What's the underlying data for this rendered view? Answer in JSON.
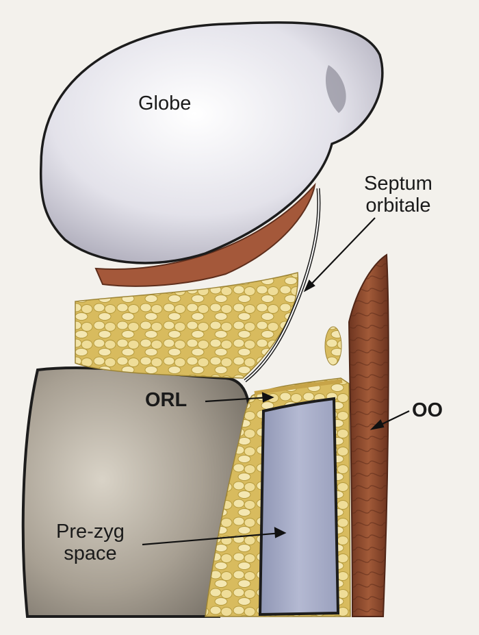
{
  "labels": {
    "globe": "Globe",
    "septum_line1": "Septum",
    "septum_line2": "orbitale",
    "orl": "ORL",
    "oo": "OO",
    "prezyg_line1": "Pre-zyg",
    "prezyg_line2": "space"
  },
  "colors": {
    "background": "#f3f1ec",
    "globe": "#dcdbe4",
    "muscle": "#8b4a2e",
    "fat": "#e6cf7a",
    "cheek": "#9c9486",
    "prezygomatic_space": "#a9afc8",
    "outline": "#1c1c1c"
  }
}
